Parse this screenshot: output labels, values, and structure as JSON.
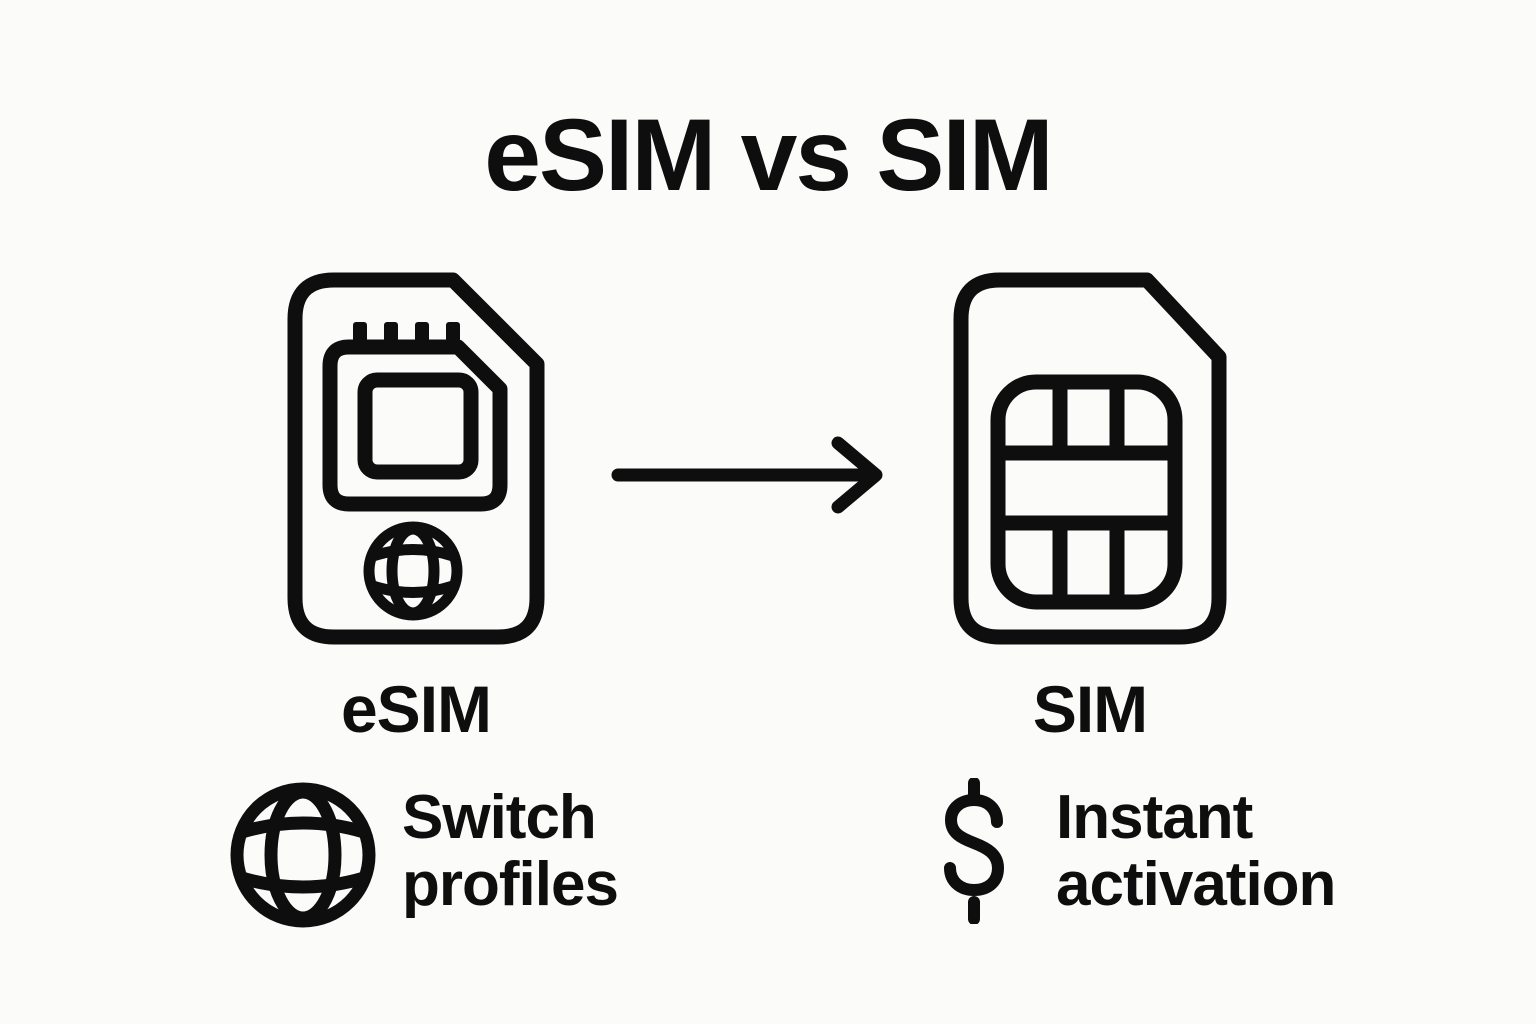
{
  "colors": {
    "background": "#fbfbfa",
    "ink": "#0e0e0e"
  },
  "title": "eSIM vs SIM",
  "comparison": {
    "left": {
      "card_label": "eSIM",
      "icon": "esim-card-icon"
    },
    "arrow_icon": "right-arrow-icon",
    "right": {
      "card_label": "SIM",
      "icon": "sim-card-icon"
    }
  },
  "features": {
    "left": {
      "icon": "globe-icon",
      "lines": [
        "Switch",
        "profiles"
      ]
    },
    "right": {
      "icon": "dollar-icon",
      "lines": [
        "Instant",
        "activation"
      ]
    }
  }
}
